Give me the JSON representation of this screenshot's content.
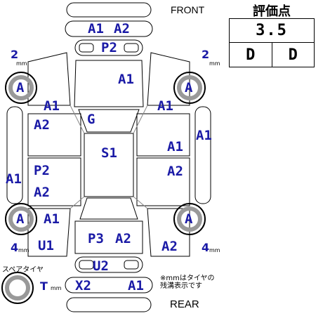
{
  "header": {
    "front_label": "FRONT",
    "rear_label": "REAR"
  },
  "score": {
    "title": "評価点",
    "overall": "3.5",
    "interior": "D",
    "exterior": "D"
  },
  "spare": {
    "label": "スペアタイヤ",
    "tread": "T",
    "unit": "mm"
  },
  "note": "※mmはタイヤの\n残溝表示です",
  "tires": {
    "front_left": {
      "tread": "2",
      "unit": "mm",
      "grade": "A"
    },
    "front_right": {
      "tread": "2",
      "unit": "mm",
      "grade": "A"
    },
    "rear_left": {
      "tread": "4",
      "unit": "mm",
      "grade": "A"
    },
    "rear_right": {
      "tread": "4",
      "unit": "mm",
      "grade": "A"
    }
  },
  "damage": {
    "front_bumper_l": "A1",
    "front_bumper_r": "A2",
    "front_panel": "P2",
    "bonnet": "A1",
    "fender_l": "A1",
    "fender_r": "A1",
    "front_door_l": "A2",
    "windshield": "G",
    "roof": "S1",
    "front_door_r": "A1",
    "side_r": "A1",
    "rocker_l": "A1",
    "rear_door_l_1": "P2",
    "rear_door_l_2": "A2",
    "rear_door_r": "A2",
    "quarter_l": "A1",
    "rear_fender_l": "U1",
    "trunk_1": "P3",
    "trunk_2": "A2",
    "rear_fender_r": "A2",
    "rear_panel": "U2",
    "rear_bumper_l": "X2",
    "rear_bumper_r": "A1"
  }
}
